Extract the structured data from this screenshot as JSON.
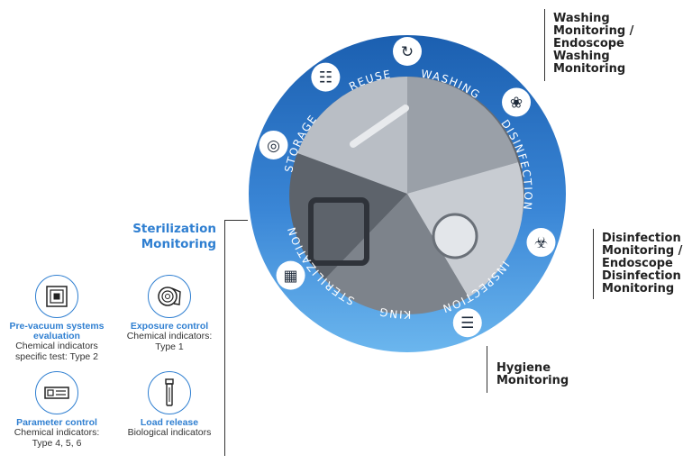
{
  "cycle": {
    "segments": [
      "REUSE",
      "WASHING",
      "DISINFECTION",
      "INSPECTION",
      "PACKING",
      "STERILIZATION",
      "STORAGE"
    ],
    "icons": [
      "recycle-icon",
      "washing-icon",
      "disinfection-icon",
      "inspection-icon",
      "packing-icon",
      "sterilizer-icon",
      "storage-icon"
    ]
  },
  "callouts": {
    "washing": [
      "Washing",
      "Monitoring /",
      "Endoscope",
      "Washing",
      "Monitoring"
    ],
    "disinfection": [
      "Disinfection",
      "Monitoring /",
      "Endoscope",
      "Disinfection",
      "Monitoring"
    ],
    "hygiene": [
      "Hygiene",
      "Monitoring"
    ]
  },
  "sterilization": {
    "title": [
      "Sterilization",
      "Monitoring"
    ],
    "indicators": [
      {
        "title": [
          "Pre-vacuum systems",
          "evaluation"
        ],
        "desc": [
          "Chemical indicators",
          "specific test: Type 2"
        ],
        "icon": "test-pack-icon"
      },
      {
        "title": [
          "Exposure control"
        ],
        "desc": [
          "Chemical indicators:",
          "Type 1"
        ],
        "icon": "tape-roll-icon"
      },
      {
        "title": [
          "Parameter control"
        ],
        "desc": [
          "Chemical indicators:",
          "Type 4, 5, 6"
        ],
        "icon": "indicator-strip-icon"
      },
      {
        "title": [
          "Load release"
        ],
        "desc": [
          "Biological indicators"
        ],
        "icon": "vial-icon"
      }
    ]
  },
  "colors": {
    "ring_dark": "#1b5fb0",
    "ring_light": "#5aa8e6",
    "accent": "#2f7fd1",
    "text": "#222222"
  }
}
